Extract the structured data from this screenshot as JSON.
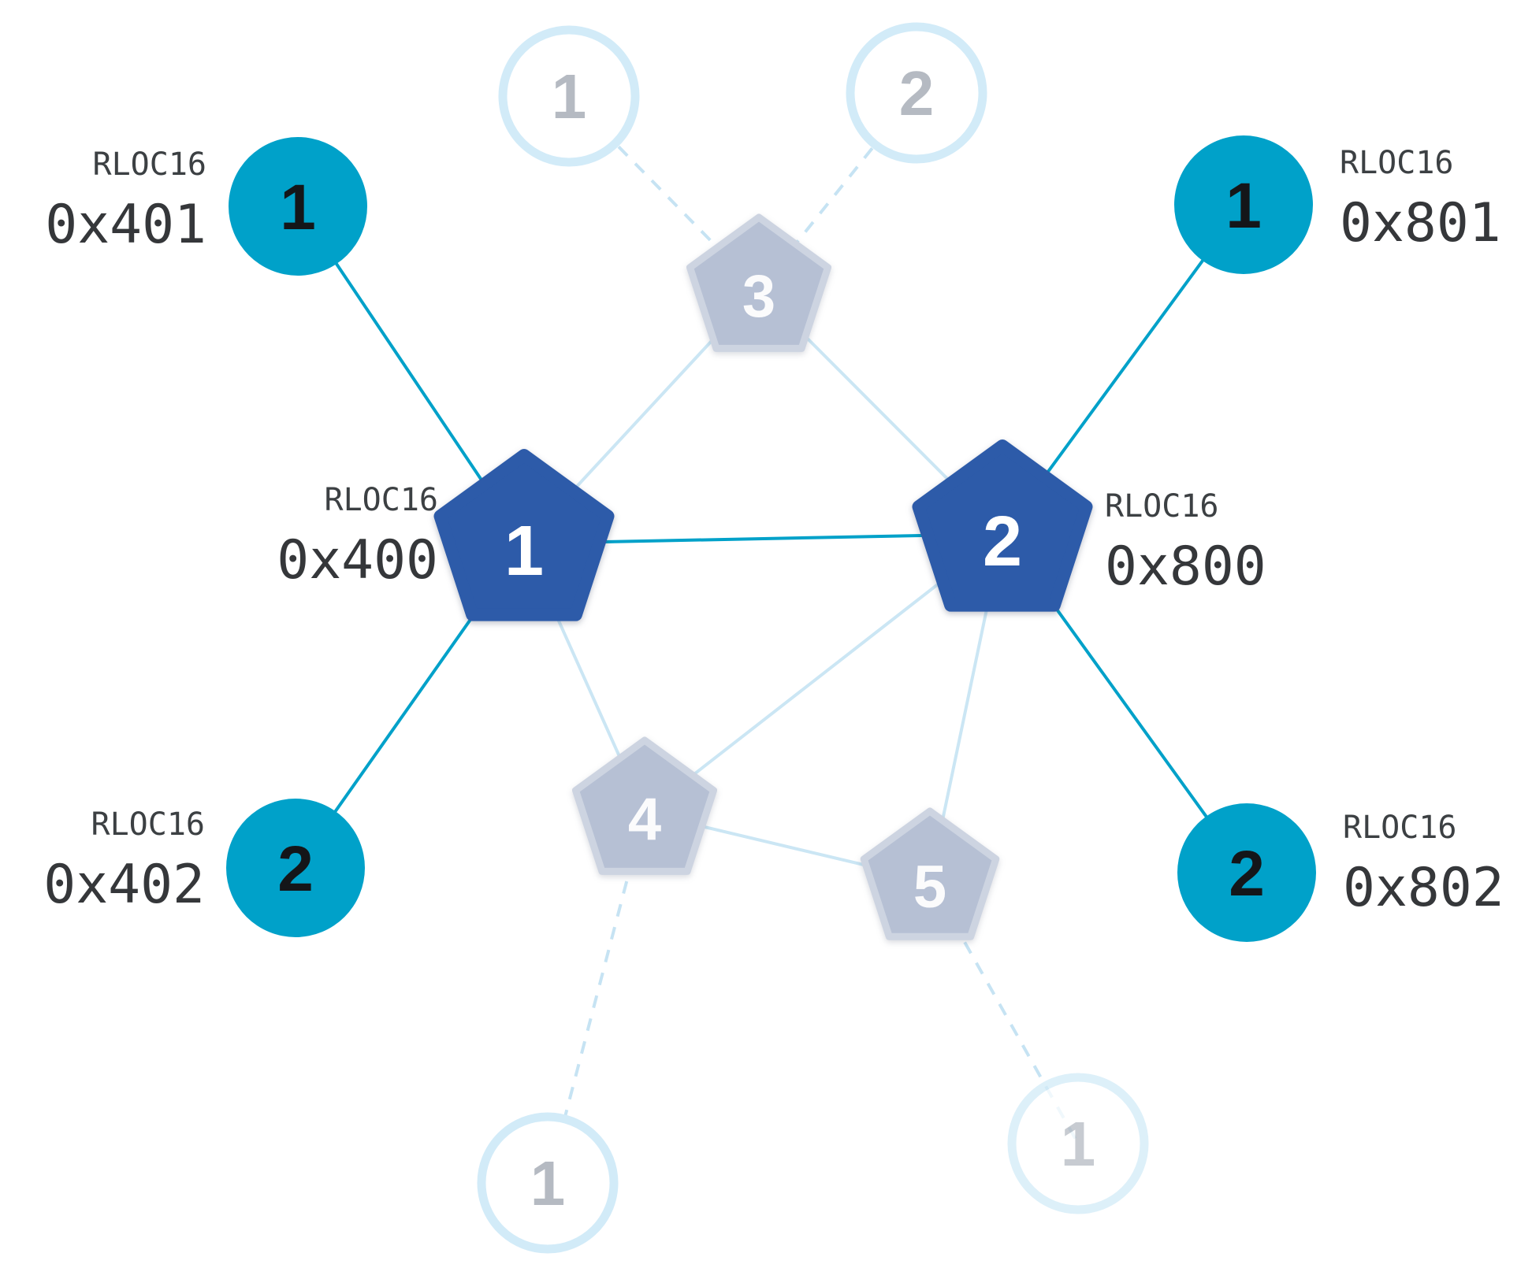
{
  "diagram": {
    "description": "Thread mesh network topology with routers (pentagons) and end-device children (circles) showing RLOC16 addresses",
    "colors": {
      "active_router": "#2d5ba9",
      "active_child": "#00a1c9",
      "active_link": "#00a1c9",
      "inactive_node_fill": "#b6c0d4",
      "inactive_ring": "#d2ebf8",
      "inactive_link": "#cbe6f4",
      "label_text": "#3c4043"
    },
    "routers": [
      {
        "label": "1",
        "rloc16_caption": "RLOC16",
        "rloc16": "0x400"
      },
      {
        "label": "2",
        "rloc16_caption": "RLOC16",
        "rloc16": "0x800"
      }
    ],
    "children": [
      {
        "label": "1",
        "rloc16_caption": "RLOC16",
        "rloc16": "0x401"
      },
      {
        "label": "1",
        "rloc16_caption": "RLOC16",
        "rloc16": "0x801"
      },
      {
        "label": "2",
        "rloc16_caption": "RLOC16",
        "rloc16": "0x402"
      },
      {
        "label": "2",
        "rloc16_caption": "RLOC16",
        "rloc16": "0x802"
      }
    ],
    "inactive_routers": [
      {
        "label": "3"
      },
      {
        "label": "4"
      },
      {
        "label": "5"
      }
    ],
    "inactive_children": [
      {
        "label": "1"
      },
      {
        "label": "2"
      },
      {
        "label": "1"
      },
      {
        "label": "1"
      }
    ],
    "links": {
      "active": [
        {
          "from": "child-0x401",
          "to": "router-0x400"
        },
        {
          "from": "child-0x402",
          "to": "router-0x400"
        },
        {
          "from": "router-0x400",
          "to": "router-0x800"
        },
        {
          "from": "child-0x801",
          "to": "router-0x800"
        },
        {
          "from": "child-0x802",
          "to": "router-0x800"
        }
      ],
      "inactive": [
        {
          "from": "router-3",
          "to": "router-0x400"
        },
        {
          "from": "router-3",
          "to": "router-0x800"
        },
        {
          "from": "router-0x400",
          "to": "router-4"
        },
        {
          "from": "router-0x800",
          "to": "router-4"
        },
        {
          "from": "router-4",
          "to": "router-5"
        },
        {
          "from": "router-5",
          "to": "router-0x800"
        }
      ],
      "dashed": [
        {
          "from": "child-1-top-left",
          "to": "router-3"
        },
        {
          "from": "child-2-top-right",
          "to": "router-3"
        },
        {
          "from": "router-4",
          "to": "child-1-bottom"
        },
        {
          "from": "router-5",
          "to": "child-1-bottom-right"
        }
      ]
    }
  }
}
